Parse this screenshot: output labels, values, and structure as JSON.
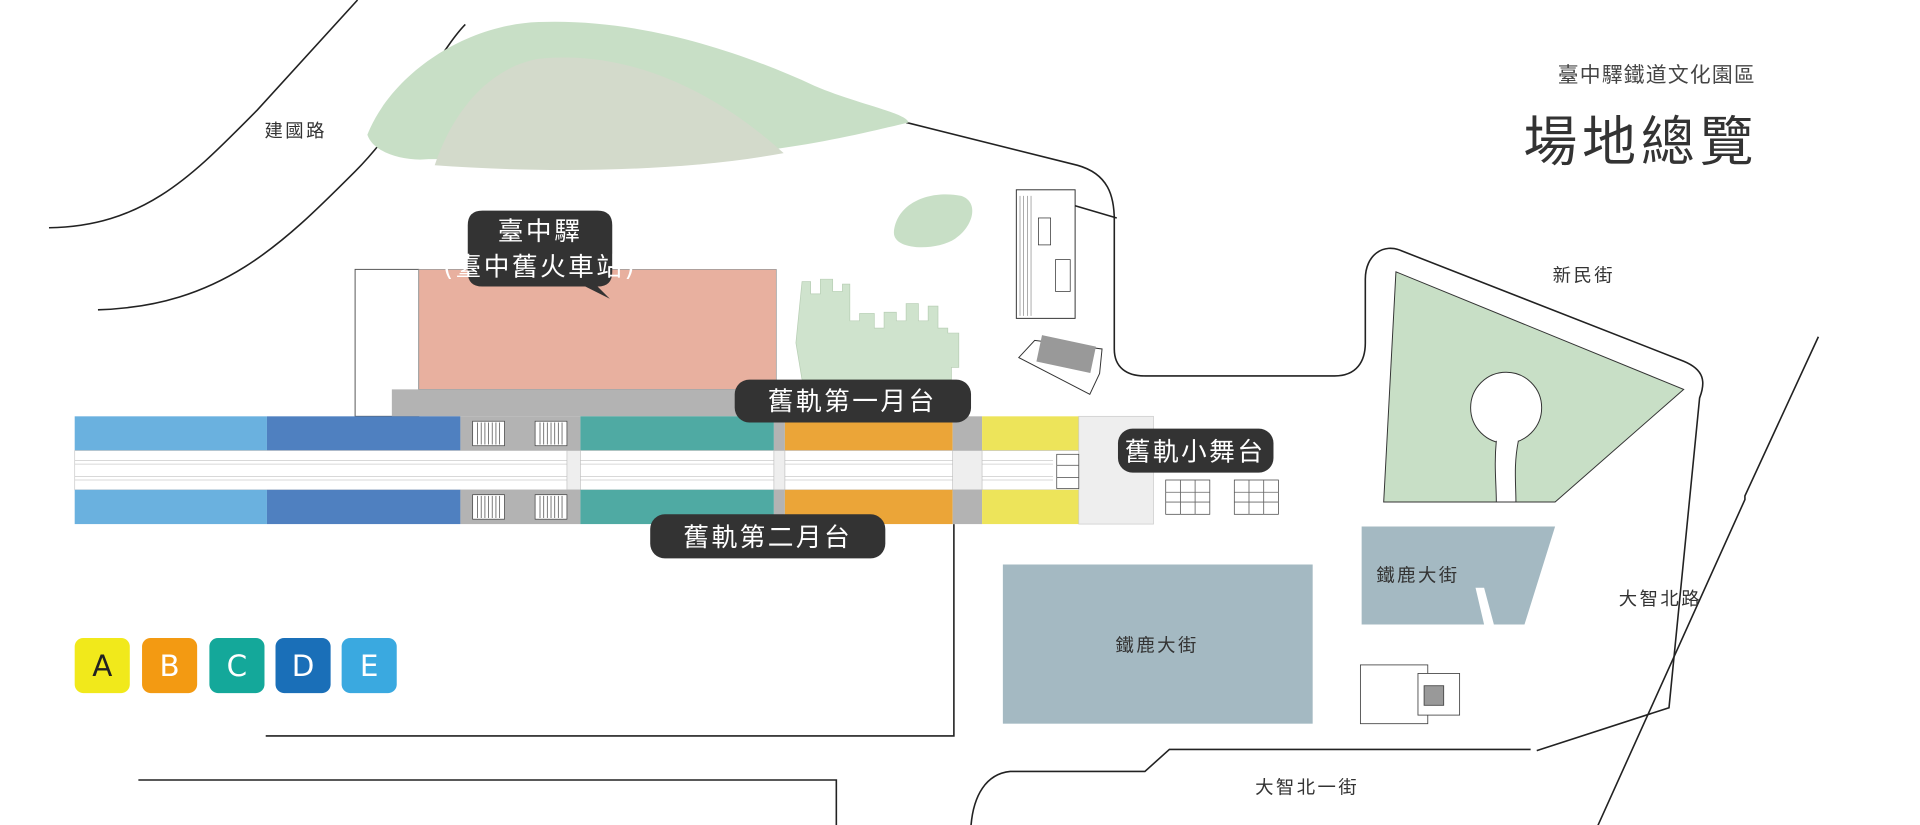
{
  "header": {
    "subtitle": "臺中驛鐵道文化園區",
    "title": "場地總覽"
  },
  "streets": {
    "jianguo": "建國路",
    "xinmin": "新民街",
    "dazhi_north": "大智北路",
    "dazhi_north_1": "大智北一街"
  },
  "venues": {
    "station": {
      "name": "臺中驛",
      "subname": "(臺中舊火車站)"
    },
    "platform1": "舊軌第一月台",
    "platform2": "舊軌第二月台",
    "stage": "舊軌小舞台",
    "tielu_street_1": "鐵鹿大街",
    "tielu_street_2": "鐵鹿大街"
  },
  "legend": [
    {
      "label": "A",
      "color": "#f1e91b"
    },
    {
      "label": "B",
      "color": "#f39a12"
    },
    {
      "label": "C",
      "color": "#14a89a"
    },
    {
      "label": "D",
      "color": "#1a6fb8"
    },
    {
      "label": "E",
      "color": "#3aa9e0"
    }
  ],
  "zone_colors": {
    "E": "#6ab1df",
    "D": "#4f80c0",
    "C": "#4faaa3",
    "B": "#eba538",
    "A": "#ede45a"
  }
}
